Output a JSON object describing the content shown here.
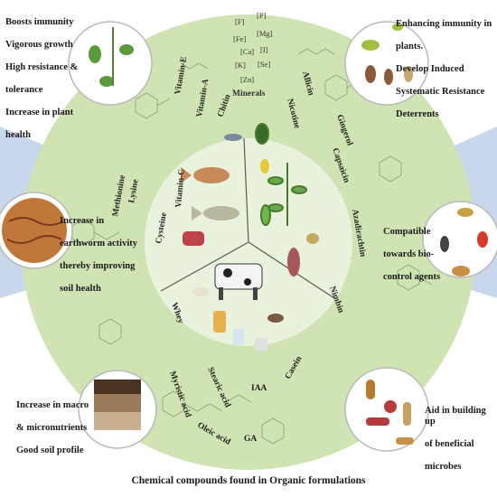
{
  "benefits": {
    "top_left": [
      "Boosts immunity",
      "Vigorous growth",
      "High resistance &",
      "tolerance",
      "Increase in plant",
      "health"
    ],
    "top_right": [
      "Enhancing immunity in",
      "plants.",
      "Develop Induced",
      "Systematic Resistance",
      "Deterrents"
    ],
    "middle_left": [
      "Increase in",
      "earthworm activity",
      "thereby improving",
      "soil health"
    ],
    "middle_right": [
      "Compatible",
      "towards bio-",
      "control agents"
    ],
    "bottom_left": [
      "Increase in macro",
      "& micronutrients",
      "Good soil profile"
    ],
    "bottom_right": [
      "Aid in building up",
      "of beneficial",
      "microbes"
    ]
  },
  "minerals": {
    "label": "Minerals",
    "elements": [
      "[P]",
      "[F]",
      "[Fe]",
      "[Mg]",
      "[Ca]",
      "[I]",
      "[K]",
      "[Se]",
      "[Zn]"
    ]
  },
  "ring_compounds": [
    "Vitamin-E",
    "Vitamin-A",
    "Chitin",
    "Allicin",
    "Nicotine",
    "Gingerol",
    "Capsaicin",
    "Azadirachtin",
    "Nimbin",
    "Casein",
    "IAA",
    "GA",
    "Oleic acid",
    "Myristic acid",
    "Stearic acid",
    "Whey",
    "Methionine",
    "Cysteine",
    "Lysine",
    "Vitamin-C"
  ],
  "caption": "Chemical compounds found in Organic formulations",
  "colors": {
    "ring": "#cfe3b3",
    "center": "#e8f2dc",
    "band": "#c9d7ec",
    "circle_border": "#b9b9b9"
  },
  "icons": [
    "seedling-icon",
    "insect-icon",
    "soil-icon",
    "fish-icon",
    "meat-icon",
    "cow-icon",
    "milk-icon",
    "plant-icon",
    "microbe-icon",
    "bee-icon"
  ]
}
